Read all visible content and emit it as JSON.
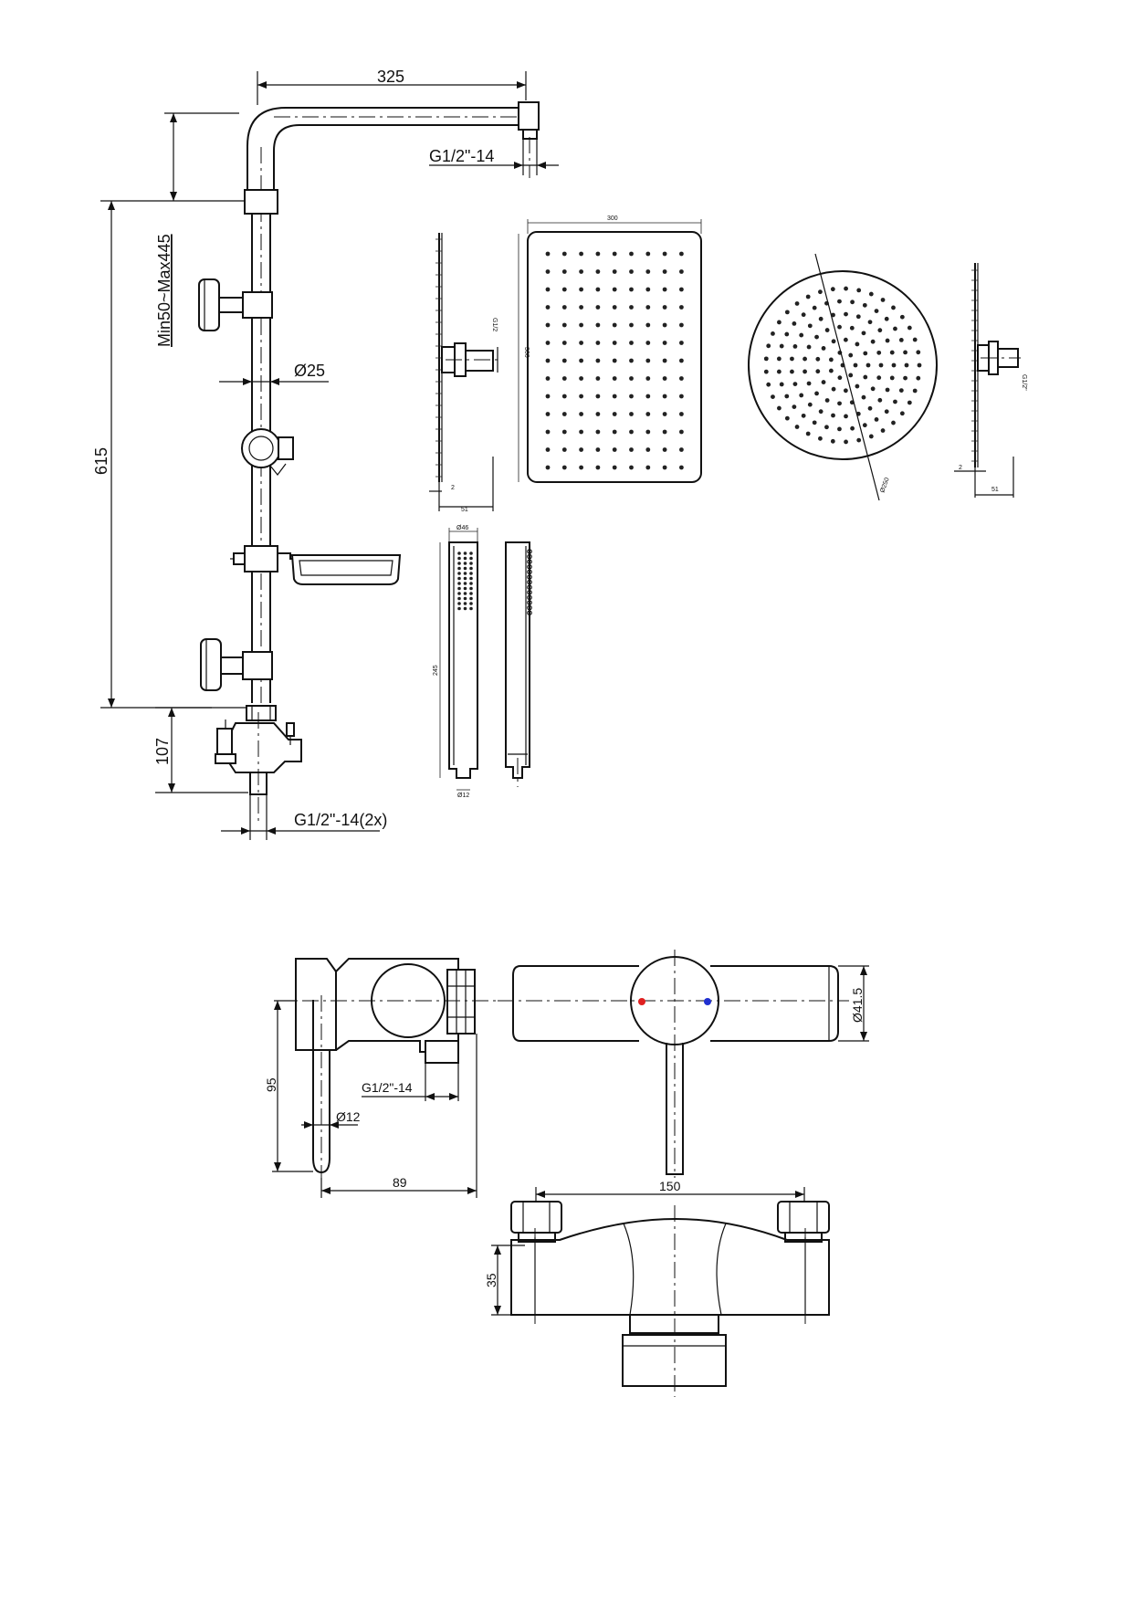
{
  "dimensions": {
    "width_325": "325",
    "inlet_top": "G1/2\"-14",
    "height_adj": "Min50~Max445",
    "height_615": "615",
    "dia_25": "Ø25",
    "height_107": "107",
    "inlet_bottom": "G1/2\"-14(2x)"
  },
  "square_head": {
    "width": "300",
    "height": "300",
    "thread": "G1/2",
    "depth": "2",
    "length": "51"
  },
  "round_head": {
    "diameter": "Ø250",
    "thread": "G1/2\"",
    "depth": "2",
    "length": "51"
  },
  "hand_shower": {
    "width": "Ø46",
    "length": "245",
    "end": "Ø12"
  },
  "mixer": {
    "height_95": "95",
    "thread": "G1/2\"-14",
    "dia_12": "Ø12",
    "depth_89": "89",
    "dia_415": "Ø41.5",
    "spacing_150": "150",
    "height_35": "35"
  },
  "colors": {
    "hot_dot": "#e02020",
    "cold_dot": "#2030d0",
    "line": "#111111"
  }
}
